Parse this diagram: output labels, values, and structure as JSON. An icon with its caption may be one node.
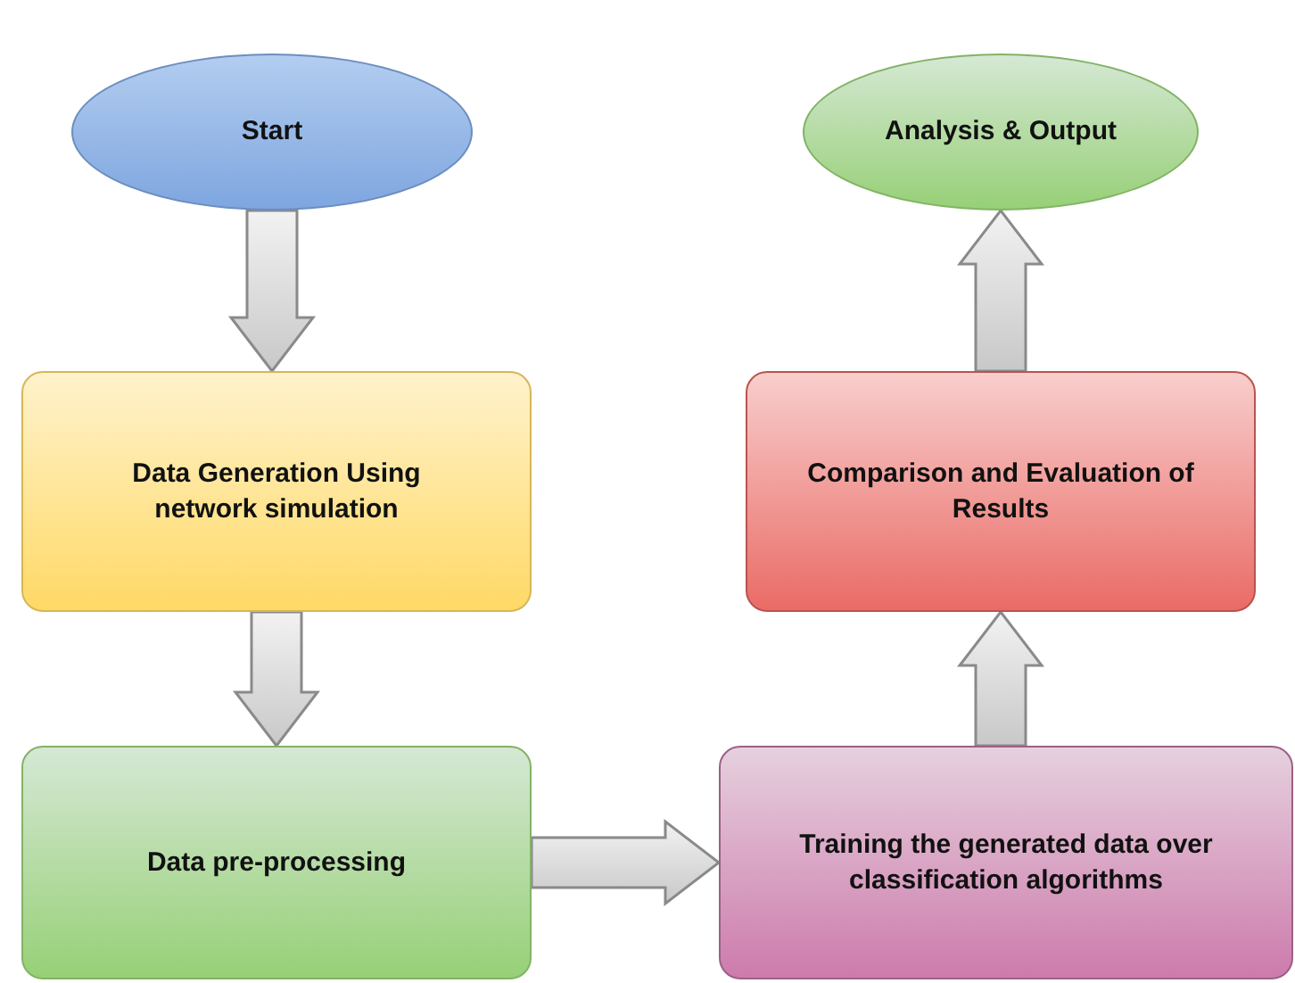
{
  "diagram": {
    "nodes": [
      {
        "text": [
          "Start"
        ]
      },
      {
        "text": [
          "Data Generation Using network simulation"
        ]
      },
      {
        "text": [
          "Data pre-processing"
        ]
      },
      {
        "text": [
          "Training the generated data over classification algorithms"
        ]
      },
      {
        "text": [
          "Comparison and Evaluation of Results"
        ]
      },
      {
        "text": [
          "Analysis & Output"
        ]
      }
    ],
    "edges": [
      {
        "from": 0,
        "to": 1,
        "arrow": "to"
      },
      {
        "from": 1,
        "to": 2,
        "arrow": "to"
      },
      {
        "from": 2,
        "to": 3,
        "arrow": "to"
      },
      {
        "from": 3,
        "to": 4,
        "arrow": "to"
      },
      {
        "from": 4,
        "to": 5,
        "arrow": "to"
      }
    ]
  }
}
